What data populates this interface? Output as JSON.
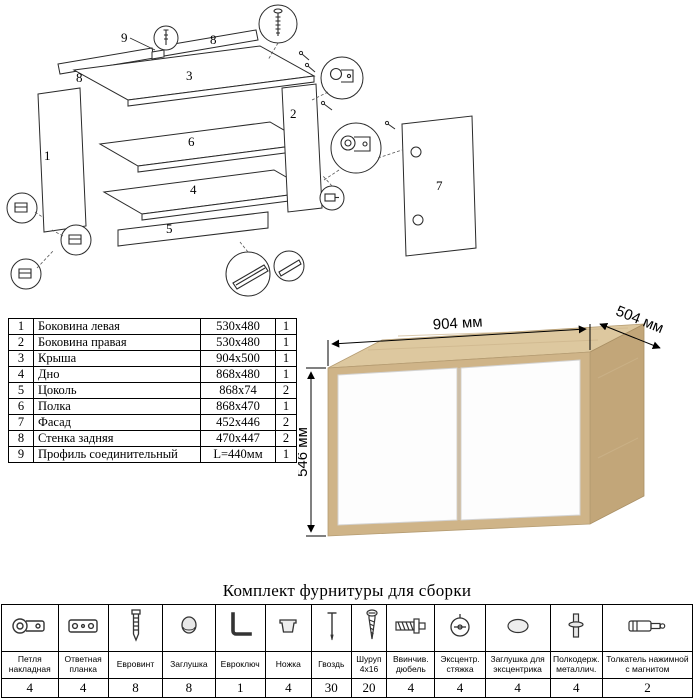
{
  "exploded": {
    "callouts": {
      "c1": "1",
      "c2": "2",
      "c3": "3",
      "c4": "4",
      "c5": "5",
      "c6": "6",
      "c7": "7",
      "c8a": "8",
      "c8b": "8",
      "c9": "9"
    }
  },
  "parts_table": {
    "rows": [
      {
        "num": "1",
        "name": "Боковина левая",
        "size": "530x480",
        "qty": "1"
      },
      {
        "num": "2",
        "name": "Боковина правая",
        "size": "530x480",
        "qty": "1"
      },
      {
        "num": "3",
        "name": "Крыша",
        "size": "904x500",
        "qty": "1"
      },
      {
        "num": "4",
        "name": "Дно",
        "size": "868x480",
        "qty": "1"
      },
      {
        "num": "5",
        "name": "Цоколь",
        "size": "868x74",
        "qty": "2"
      },
      {
        "num": "6",
        "name": "Полка",
        "size": "868x470",
        "qty": "1"
      },
      {
        "num": "7",
        "name": "Фасад",
        "size": "452x446",
        "qty": "2"
      },
      {
        "num": "8",
        "name": "Стенка задняя",
        "size": "470x447",
        "qty": "2"
      },
      {
        "num": "9",
        "name": "Профиль соединительный",
        "size": "L=440мм",
        "qty": "1"
      }
    ]
  },
  "product": {
    "width_label": "904 мм",
    "depth_label": "504 мм",
    "height_label": "546 мм",
    "colors": {
      "wood_top": "#ddc89f",
      "wood_front": "#cfb488",
      "wood_side": "#c2a679",
      "door": "#fdfdfd"
    }
  },
  "hardware": {
    "title": "Комплект фурнитуры для сборки",
    "items": [
      {
        "name": "Петля накладная",
        "qty": "4",
        "icon": "hinge-icon"
      },
      {
        "name": "Ответная планка",
        "qty": "4",
        "icon": "mounting-plate-icon"
      },
      {
        "name": "Евровинт",
        "qty": "8",
        "icon": "confirmat-screw-icon"
      },
      {
        "name": "Заглушка",
        "qty": "8",
        "icon": "cap-icon"
      },
      {
        "name": "Евроключ",
        "qty": "1",
        "icon": "hex-key-icon"
      },
      {
        "name": "Ножка",
        "qty": "4",
        "icon": "foot-icon"
      },
      {
        "name": "Гвоздь",
        "qty": "30",
        "icon": "nail-icon"
      },
      {
        "name": "Шуруп 4x16",
        "qty": "20",
        "icon": "screw-icon"
      },
      {
        "name": "Ввинчив. дюбель",
        "qty": "4",
        "icon": "dowel-icon"
      },
      {
        "name": "Эксцентр. стяжка",
        "qty": "4",
        "icon": "cam-lock-icon"
      },
      {
        "name": "Заглушка для эксцентрика",
        "qty": "4",
        "icon": "cap-oval-icon"
      },
      {
        "name": "Полкодерж. металлич.",
        "qty": "4",
        "icon": "shelf-pin-icon"
      },
      {
        "name": "Толкатель нажимной с магнитом",
        "qty": "2",
        "icon": "push-latch-icon"
      }
    ]
  }
}
